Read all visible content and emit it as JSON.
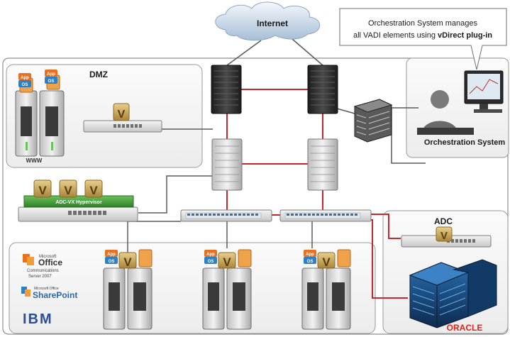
{
  "cloud_label": "Internet",
  "dmz": {
    "title": "DMZ",
    "www_label": "WWW"
  },
  "callout": {
    "line1": "Orchestration System manages",
    "line2_prefix": "all VADI elements using ",
    "line2_bold": "vDirect plug-in"
  },
  "orchestration": {
    "label": "Orchestration System"
  },
  "hypervisor": {
    "label": "ADC-VX Hypervisor"
  },
  "vm_labels": {
    "app": "App",
    "os": "OS",
    "v": "V"
  },
  "adc": {
    "label": "ADC"
  },
  "apps": {
    "office_small": "Microsoft",
    "office_main": "Office",
    "office_sub1": "Communications",
    "office_sub2": "Server 2007",
    "sharepoint_small": "Microsoft Office",
    "sharepoint_main": "SharePoint",
    "ibm": "IBM"
  },
  "oracle": {
    "label": "ORACLE"
  },
  "colors": {
    "link_red": "#c8262c",
    "link_gray": "#5a5a5a",
    "vadi_gold": "#c9a24a",
    "app_orange": "#e8701e",
    "os_blue": "#2f7fc4",
    "hypervisor_green": "#3f9b3a",
    "oracle_red": "#e2231a"
  }
}
